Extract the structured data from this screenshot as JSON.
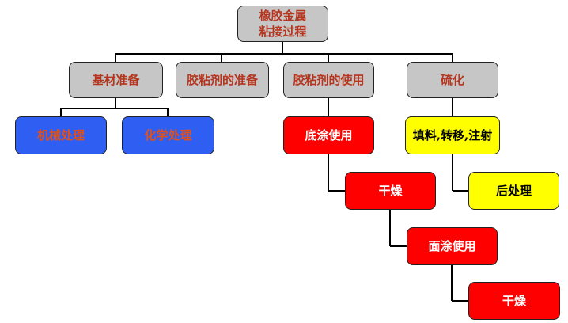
{
  "root": {
    "line1": "橡胶金属",
    "line2": "粘接过程"
  },
  "level1": {
    "substrate_prep": "基材准备",
    "adhesive_prep": "胶粘剂的准备",
    "adhesive_use": "胶粘剂的使用",
    "vulcanization": "硫化"
  },
  "substrate": {
    "mechanical": "机械处理",
    "chemical": "化学处理"
  },
  "adhesive_steps": {
    "primer": "底涂使用",
    "dry1": "干燥",
    "topcoat": "面涂使用",
    "dry2": "干燥"
  },
  "vulcanization_steps": {
    "fill": "填料,转移,注射",
    "post": "后处理"
  },
  "colors": {
    "gray": "#c6c6c6",
    "blue": "#2f5ff2",
    "red": "#ff0000",
    "yellow": "#ffff00",
    "gray_text": "#b5351f"
  }
}
